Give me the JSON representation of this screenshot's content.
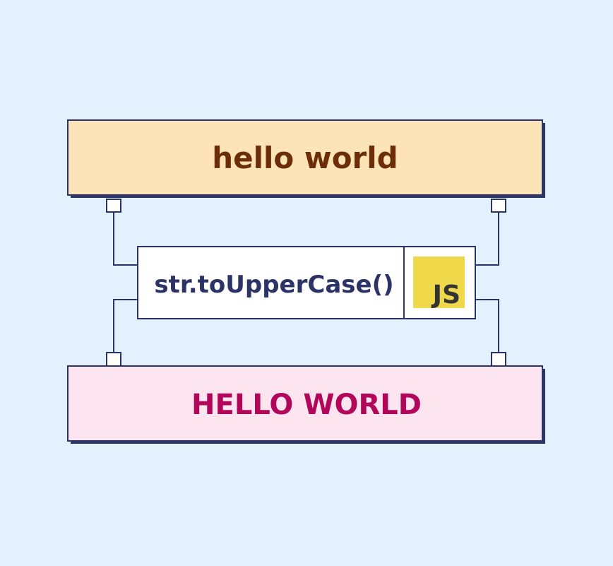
{
  "input": {
    "text": "hello world"
  },
  "method": {
    "text": "str.toUpperCase()",
    "badge": "JS"
  },
  "output": {
    "text": "HELLO WORLD"
  },
  "colors": {
    "background": "#e3f1fe",
    "stroke": "#2c3366",
    "input_fill": "#fde3b8",
    "input_text": "#6b2e08",
    "output_fill": "#fde5f0",
    "output_text": "#b2065a",
    "method_text": "#2c3366",
    "js_yellow": "#efd84a",
    "js_text": "#333333"
  }
}
